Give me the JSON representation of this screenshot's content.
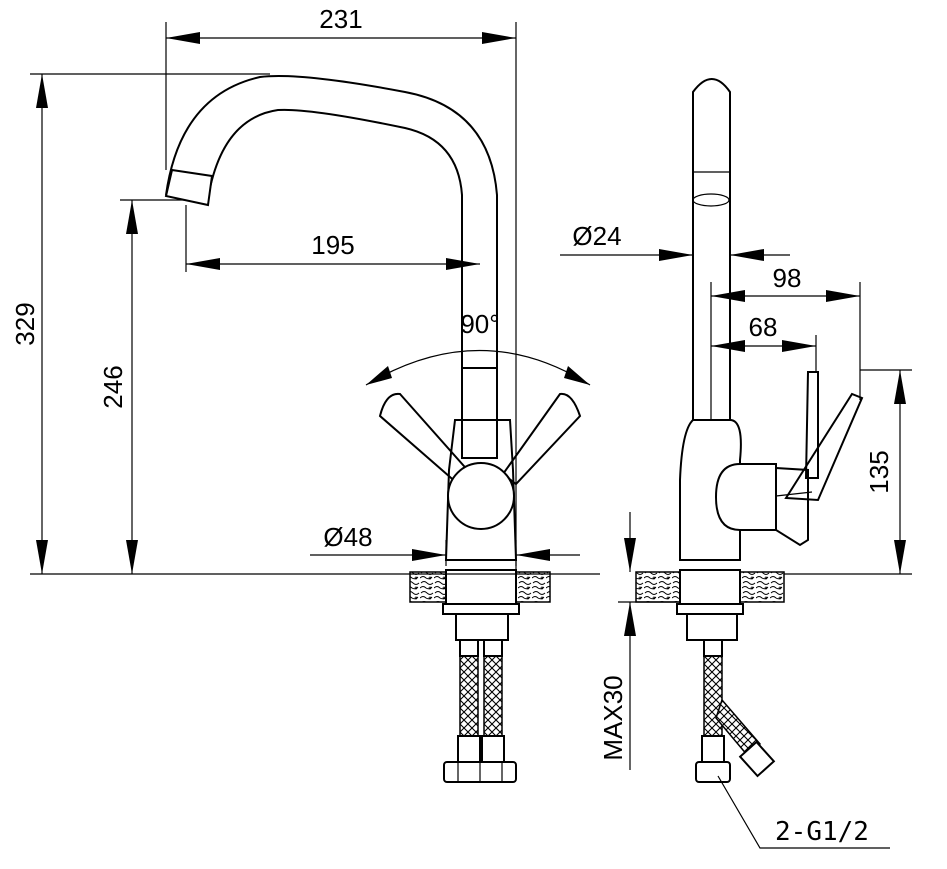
{
  "dimensions": {
    "spout_reach_total": "231",
    "total_height": "329",
    "spout_reach": "195",
    "spout_height": "246",
    "handle_rotation": "90°",
    "base_diameter": "Ø48",
    "spout_diameter": "Ø24",
    "handle_reach_outer": "98",
    "handle_reach_inner": "68",
    "handle_height": "135",
    "max_counter_thickness": "MAX30"
  },
  "notes": {
    "connection_thread": "2-G1/2"
  }
}
